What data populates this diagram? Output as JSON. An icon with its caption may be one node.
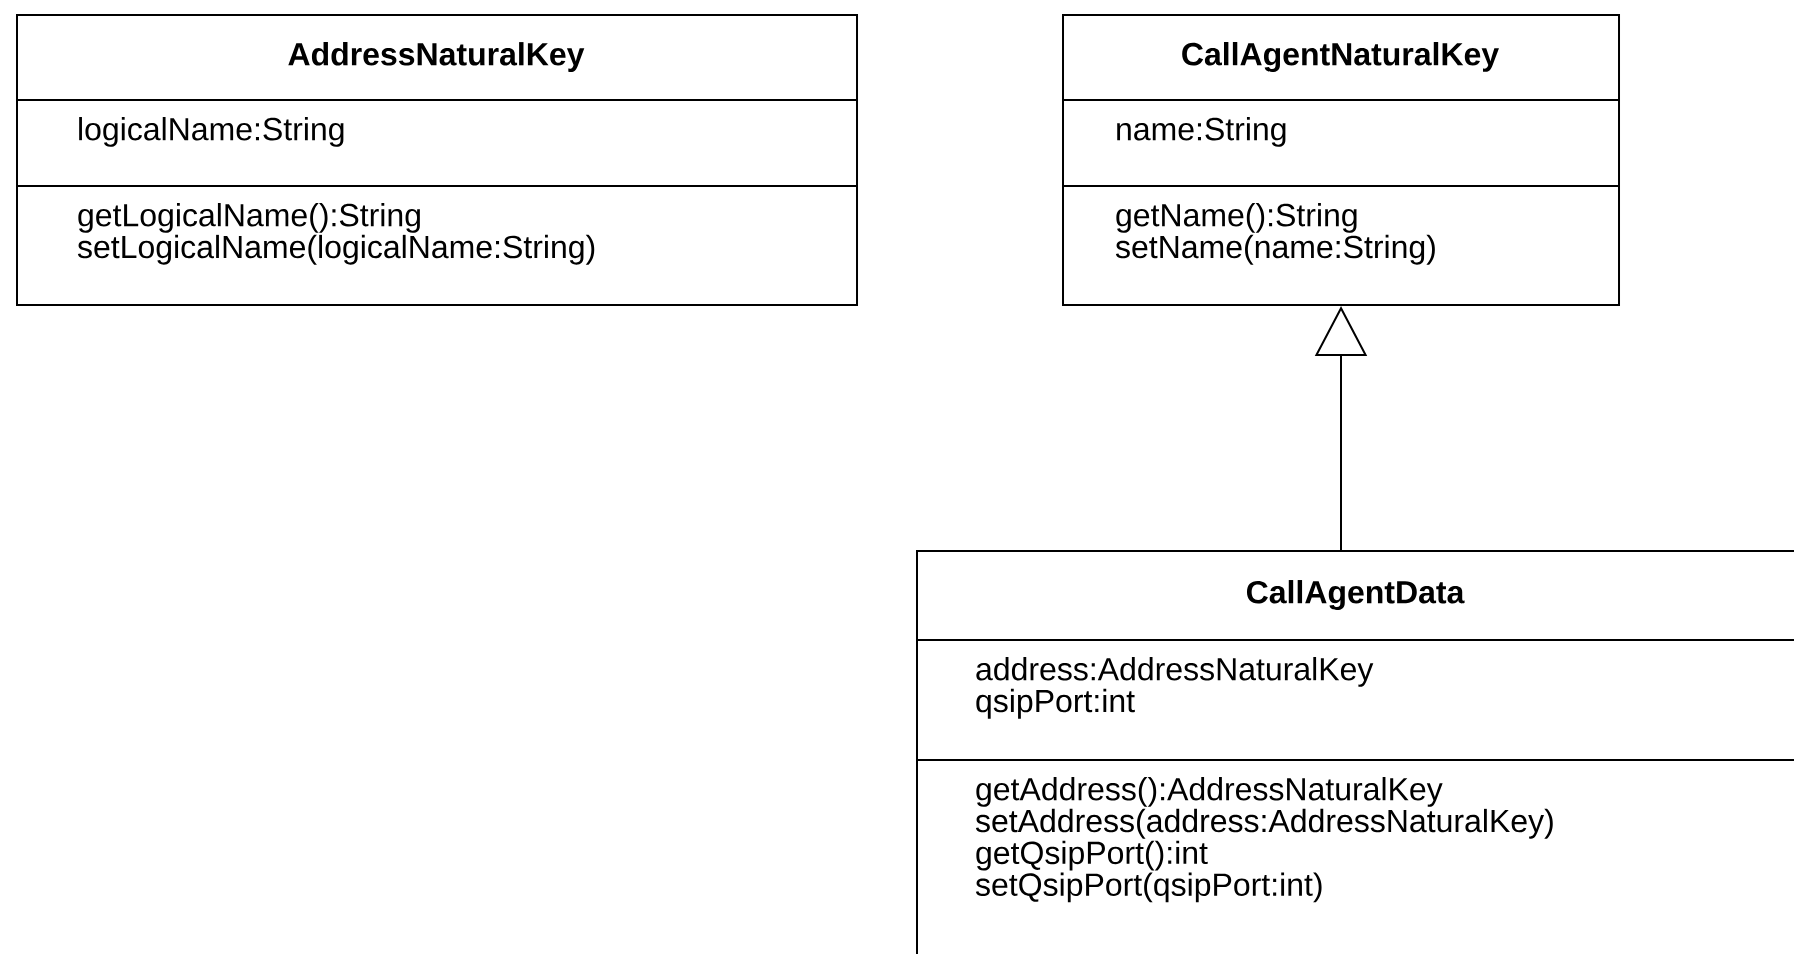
{
  "diagram": {
    "nodes": [
      {
        "text": [
          "AddressNaturalKey",
          "logicalName:String",
          "getLogicalName():String setLogicalName(logicalName:String)"
        ]
      },
      {
        "text": [
          "CallAgentNaturalKey",
          "name:String",
          "getName():String setName(name:String)"
        ]
      },
      {
        "text": [
          "CallAgentData",
          "address:AddressNaturalKey qsipPort:int",
          "getAddress():AddressNaturalKey setAddress(address:AddressNaturalKey) getQsipPort():int setQsipPort(qsipPort:int)"
        ]
      }
    ],
    "edges": [
      {
        "from": 2,
        "to": 1,
        "arrow": "to"
      }
    ]
  }
}
